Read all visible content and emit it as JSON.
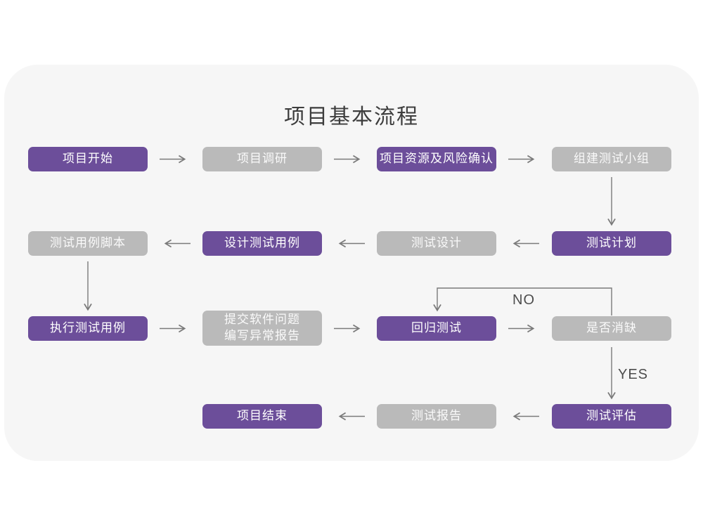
{
  "page": {
    "title": "项目基本流程"
  },
  "flowchart": {
    "colors": {
      "purple": "#6C4E9A",
      "gray": "#BABABA",
      "card_bg": "#F6F6F6",
      "arrow": "#7A7A7A",
      "title_color": "#3D3D3D",
      "edge_label_color": "#4D4D4D"
    },
    "nodes": [
      {
        "id": "project-start",
        "label": "项目开始",
        "variant": "purple"
      },
      {
        "id": "project-research",
        "label": "项目调研",
        "variant": "gray"
      },
      {
        "id": "resource-risk",
        "label": "项目资源及风险确认",
        "variant": "purple"
      },
      {
        "id": "build-test-team",
        "label": "组建测试小组",
        "variant": "gray"
      },
      {
        "id": "test-case-script",
        "label": "测试用例脚本",
        "variant": "gray"
      },
      {
        "id": "design-test-case",
        "label": "设计测试用例",
        "variant": "purple"
      },
      {
        "id": "test-design",
        "label": "测试设计",
        "variant": "gray"
      },
      {
        "id": "test-plan",
        "label": "测试计划",
        "variant": "purple"
      },
      {
        "id": "execute-test-case",
        "label": "执行测试用例",
        "variant": "purple"
      },
      {
        "id": "submit-issue-report",
        "label": "提交软件问题\n编写异常报告",
        "variant": "gray"
      },
      {
        "id": "regression-test",
        "label": "回归测试",
        "variant": "purple"
      },
      {
        "id": "defect-cleared",
        "label": "是否消缺",
        "variant": "gray"
      },
      {
        "id": "project-end",
        "label": "项目结束",
        "variant": "purple"
      },
      {
        "id": "test-report",
        "label": "测试报告",
        "variant": "gray"
      },
      {
        "id": "test-evaluation",
        "label": "测试评估",
        "variant": "purple"
      }
    ],
    "edge_labels": {
      "no": "NO",
      "yes": "YES"
    }
  }
}
